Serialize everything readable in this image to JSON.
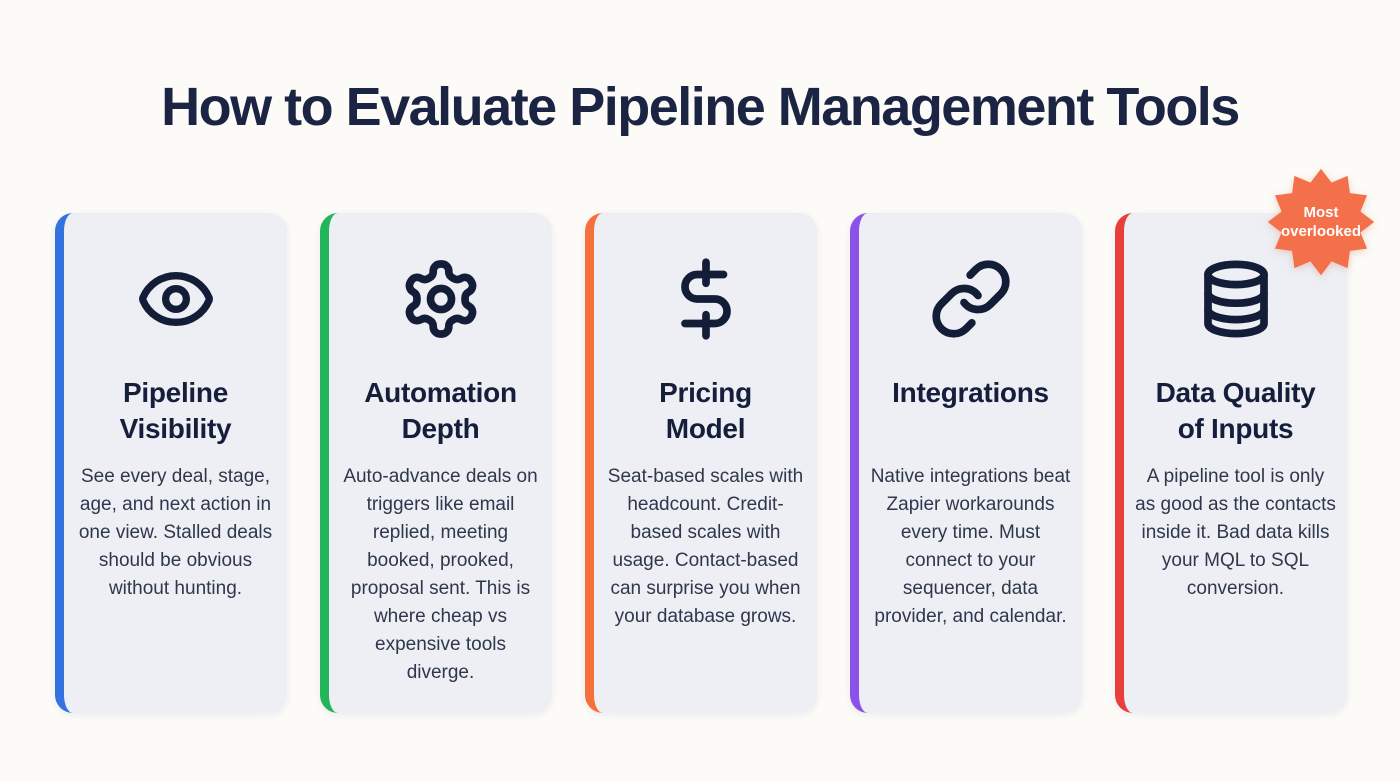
{
  "page": {
    "title": "How to Evaluate Pipeline Management Tools",
    "background_color": "#fcfbf8",
    "title_color": "#1b2442"
  },
  "badge": {
    "line1": "Most",
    "line2": "overlooked",
    "color": "#f3704a",
    "text_color": "#ffffff",
    "shape": "starburst"
  },
  "cards": [
    {
      "title": "Pipeline Visibility",
      "title_lines": [
        "Pipeline",
        "Visibility"
      ],
      "icon": "eye-icon",
      "accent_color": "#3273e0",
      "body": "See every deal, stage, age, and next action in one view. Stalled deals should be obvious without hunting."
    },
    {
      "title": "Automation Depth",
      "title_lines": [
        "Automation",
        "Depth"
      ],
      "icon": "gear-icon",
      "accent_color": "#23b55c",
      "body": "Auto-advance deals on triggers like email replied, meeting booked, prooked, proposal sent. This is where cheap vs expensive tools diverge."
    },
    {
      "title": "Pricing Model",
      "title_lines": [
        "Pricing",
        "Model"
      ],
      "icon": "dollar-icon",
      "accent_color": "#f4713b",
      "body": "Seat-based scales with headcount. Credit-based scales with usage. Contact-based can surprise you when your database grows."
    },
    {
      "title": "Integrations",
      "title_lines": [
        "Integrations"
      ],
      "icon": "link-icon",
      "accent_color": "#8a52e8",
      "body": "Native integrations beat Zapier workarounds every time. Must connect to your sequencer, data provider, and calendar."
    },
    {
      "title": "Data Quality of Inputs",
      "title_lines": [
        "Data Quality",
        "of Inputs"
      ],
      "icon": "database-icon",
      "accent_color": "#e83f3c",
      "body": "A pipeline tool is only as good as the contacts inside it. Bad data kills your MQL to SQL conversion."
    }
  ]
}
